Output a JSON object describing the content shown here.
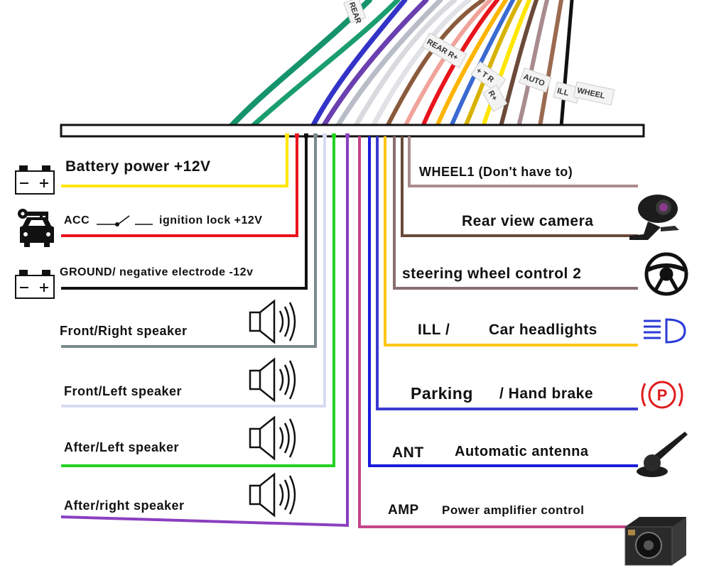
{
  "harness_tags": [
    "REAR",
    "REAR R+",
    "+ T R",
    "R+",
    "AUTO",
    "ILL",
    "WHEEL"
  ],
  "left_wires": [
    {
      "label": "Battery power +12V",
      "color": "#ffe600",
      "icon": "battery-icon"
    },
    {
      "label_prefix": "ACC",
      "label": "ignition lock +12V",
      "color": "#e8141c",
      "icon": "car-key-icon"
    },
    {
      "label": "GROUND/ negative electrode -12v",
      "color": "#111111",
      "icon": "battery-icon"
    },
    {
      "label": "Front/Right speaker",
      "color": "#7a8a8c",
      "icon": "speaker-icon"
    },
    {
      "label": "Front/Left speaker",
      "color": "#d8dcf2",
      "icon": "speaker-icon"
    },
    {
      "label": "After/Left speaker",
      "color": "#22d322",
      "icon": "speaker-icon"
    },
    {
      "label": "After/right speaker",
      "color": "#8a3fc0",
      "icon": "speaker-icon"
    }
  ],
  "right_wires": [
    {
      "label": "WHEEL1  (Don't have to)",
      "color": "#a98b8e",
      "icon": ""
    },
    {
      "label": "Rear view camera",
      "color": "#6b4a3a",
      "icon": "camera-icon"
    },
    {
      "label": "steering wheel control 2",
      "color": "#8a6e72",
      "icon": "steering-wheel-icon"
    },
    {
      "label_prefix": "ILL  /",
      "label": "Car headlights",
      "color": "#ffc518",
      "icon": "headlight-icon"
    },
    {
      "label_prefix": "Parking",
      "label": "/ Hand brake",
      "color": "#3a3ad0",
      "icon": "parking-brake-icon"
    },
    {
      "label_prefix": "ANT",
      "label": "Automatic antenna",
      "color": "#1a1adc",
      "icon": "antenna-icon"
    },
    {
      "label_prefix": "AMP",
      "label": "Power amplifier control",
      "color": "#c4458a",
      "icon": "amplifier-icon"
    }
  ],
  "icon_text": {
    "parking": "P"
  }
}
